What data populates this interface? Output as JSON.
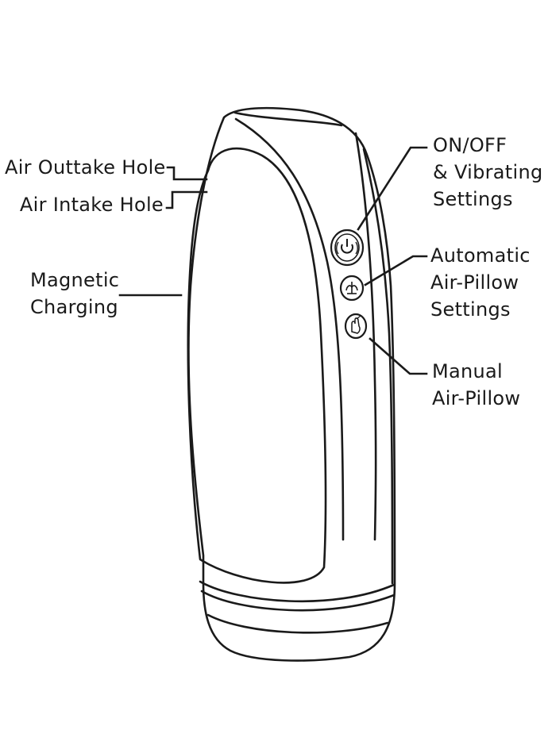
{
  "labels": {
    "air_outtake_hole": "Air Outtake Hole",
    "air_intake_hole": "Air Intake Hole",
    "magnetic_charging": [
      "Magnetic",
      "Charging"
    ],
    "on_off_vibrating": [
      "ON/OFF",
      "& Vibrating",
      "Settings"
    ],
    "automatic_air_pillow": [
      "Automatic",
      "Air-Pillow",
      "Settings"
    ],
    "manual_air_pillow": [
      "Manual",
      "Air-Pillow"
    ]
  },
  "icons": {
    "power_button": "power-vibration-icon",
    "auto_button": "air-pillow-auto-icon",
    "manual_button": "hand-press-icon"
  },
  "colors": {
    "stroke": "#1a1a1a",
    "background": "#ffffff"
  }
}
